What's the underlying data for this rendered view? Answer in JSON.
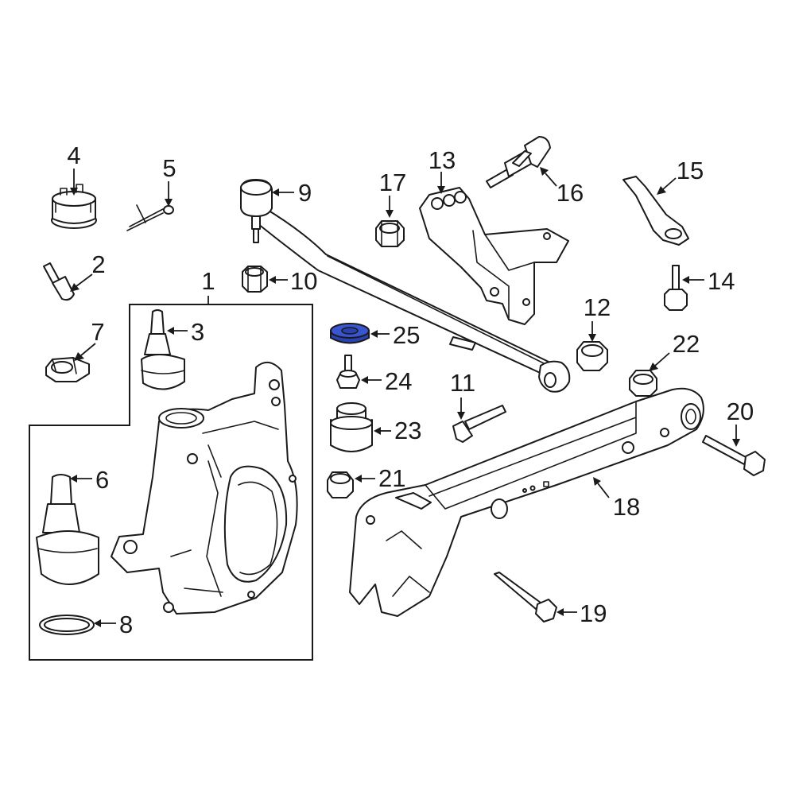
{
  "diagram": {
    "highlight_color": "#2a41b4",
    "highlighted_part": "25",
    "callouts": {
      "c1": "1",
      "c2": "2",
      "c3": "3",
      "c4": "4",
      "c5": "5",
      "c6": "6",
      "c7": "7",
      "c8": "8",
      "c9": "9",
      "c10": "10",
      "c11": "11",
      "c12": "12",
      "c13": "13",
      "c14": "14",
      "c15": "15",
      "c16": "16",
      "c17": "17",
      "c18": "18",
      "c19": "19",
      "c20": "20",
      "c21": "21",
      "c22": "22",
      "c23": "23",
      "c24": "24",
      "c25": "25"
    }
  }
}
